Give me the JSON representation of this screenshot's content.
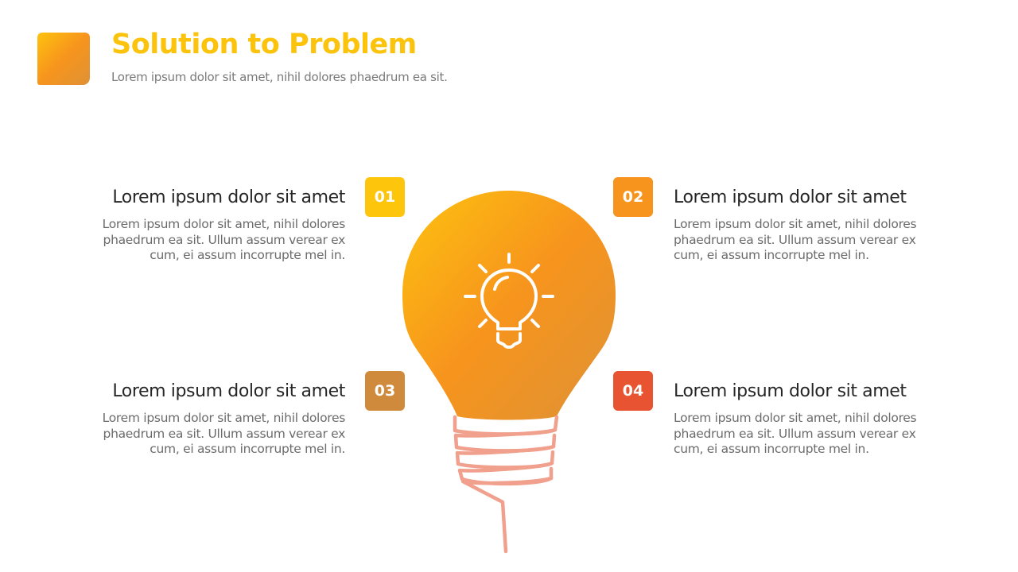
{
  "header": {
    "title": "Solution to Problem",
    "subtitle": "Lorem ipsum dolor sit amet, nihil dolores phaedrum ea sit."
  },
  "colors": {
    "title": "#fcc30d",
    "badge_01": "#fdc50c",
    "badge_02": "#f7941d",
    "badge_03": "#d08a3c",
    "badge_04": "#e85432",
    "bulb_gradient": [
      "#fdc20f",
      "#f7941d",
      "#de9236"
    ],
    "bulb_base": "#f0a08c"
  },
  "items": [
    {
      "number": "01",
      "heading": "Lorem ipsum dolor sit amet",
      "text": "Lorem ipsum dolor sit amet, nihil dolores phaedrum ea sit. Ullum assum verear ex cum, ei assum incorrupte mel in."
    },
    {
      "number": "02",
      "heading": "Lorem ipsum dolor sit amet",
      "text": "Lorem ipsum dolor sit amet, nihil dolores phaedrum ea sit. Ullum assum verear ex cum, ei assum incorrupte mel in."
    },
    {
      "number": "03",
      "heading": "Lorem ipsum dolor sit amet",
      "text": "Lorem ipsum dolor sit amet, nihil dolores phaedrum ea sit. Ullum assum verear ex cum, ei assum incorrupte mel in."
    },
    {
      "number": "04",
      "heading": "Lorem ipsum dolor sit amet",
      "text": "Lorem ipsum dolor sit amet, nihil dolores phaedrum ea sit. Ullum assum verear ex cum, ei assum incorrupte mel in."
    }
  ],
  "icons": {
    "center": "lightbulb-icon"
  }
}
